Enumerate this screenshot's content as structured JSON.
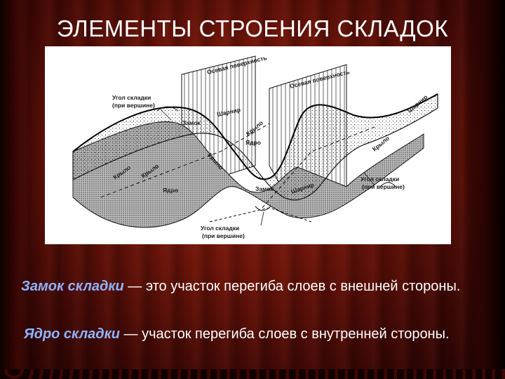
{
  "slide": {
    "title": "ЭЛЕМЕНТЫ СТРОЕНИЯ СКЛАДОК",
    "definitions": [
      {
        "term": "Замок складки",
        "dash": " — ",
        "text": "это участок перегиба слоев с внешней стороны."
      },
      {
        "term": "Ядро складки",
        "dash": " — ",
        "text": "участок перегиба слоев с внутренней стороны."
      }
    ]
  },
  "diagram": {
    "labels": {
      "axial_plane_1": "Осевая поверхность",
      "axial_plane_2": "Осевая поверхность",
      "angle_top_left_1": "Угол складки",
      "angle_top_left_2": "(при вершине)",
      "angle_right_1": "Угол складки",
      "angle_right_2": "(при вершине)",
      "angle_bottom_1": "Угол складки",
      "angle_bottom_2": "(при вершине)",
      "hinge_top": "Замок",
      "hinge_bottom": "Замок",
      "hingeline_top": "Шарнир",
      "hingeline_bottom": "Шарнир",
      "hingeline_right": "Шарнир",
      "limb_left_1": "Крыло",
      "limb_left_2": "Крыло",
      "limb_mid_1": "Крыло",
      "limb_mid_2": "Крыло",
      "limb_right": "Крыло",
      "core_top": "Ядро",
      "core_bottom": "Ядро"
    }
  }
}
